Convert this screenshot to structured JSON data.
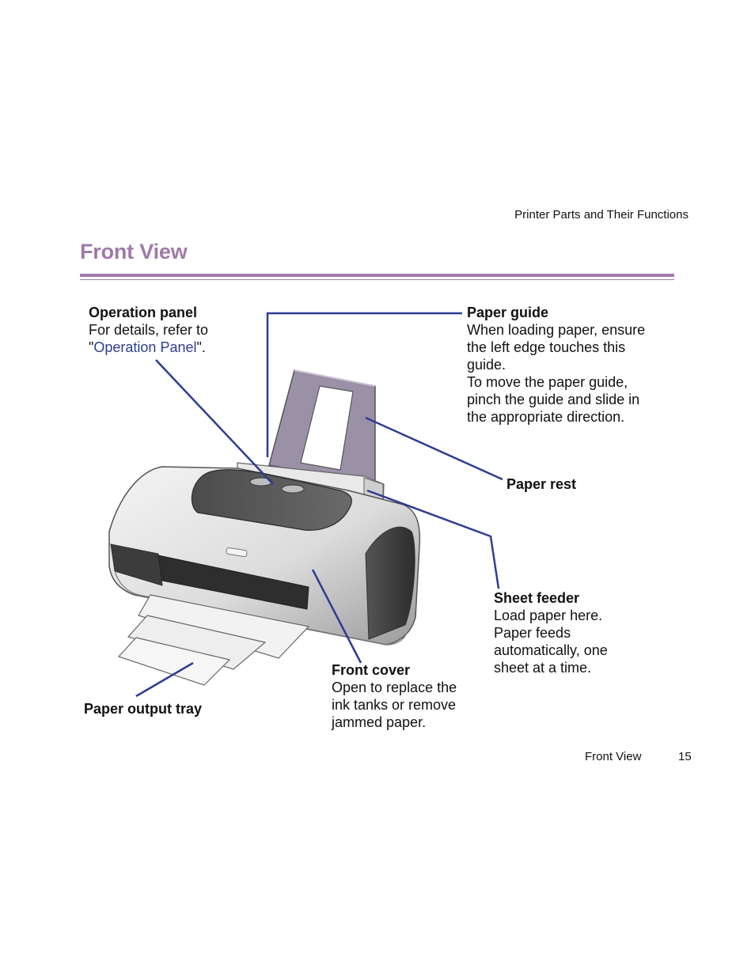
{
  "header": {
    "section": "Printer Parts and Their Functions"
  },
  "page": {
    "title": "Front View"
  },
  "callouts": {
    "operation_panel": {
      "title": "Operation panel",
      "line1": "For details, refer to",
      "quote_open": "\"",
      "link": "Operation Panel",
      "quote_close": "\"."
    },
    "paper_guide": {
      "title": "Paper guide",
      "lines": [
        "When loading paper, ensure",
        "the left edge touches this",
        "guide.",
        "To move the paper guide,",
        "pinch the guide and slide in",
        "the appropriate direction."
      ]
    },
    "paper_rest": {
      "title": "Paper rest"
    },
    "sheet_feeder": {
      "title": "Sheet feeder",
      "lines": [
        "Load paper here.",
        "Paper feeds",
        "automatically, one",
        "sheet at a time."
      ]
    },
    "front_cover": {
      "title": "Front cover",
      "lines": [
        "Open to replace the",
        "ink tanks or remove",
        "jammed paper."
      ]
    },
    "paper_output_tray": {
      "title": "Paper output tray"
    }
  },
  "footer": {
    "label": "Front View",
    "page_number": "15"
  },
  "colors": {
    "accent": "#a07aa8",
    "leader": "#2c3d93",
    "link": "#2c3d93"
  }
}
